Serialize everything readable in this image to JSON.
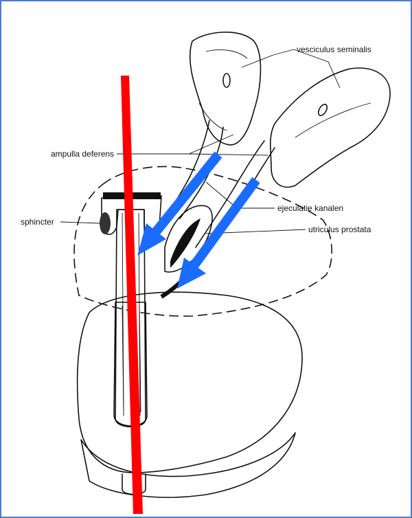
{
  "labels": {
    "vesiculus": "vesciculus seminalis",
    "ampulla": "ampulla deferens",
    "ejeculatie": "ejeculatie kanalen",
    "sphincter": "sphincter",
    "utriculus": "utriculus prostata"
  },
  "colors": {
    "frame": "#4a7cc9",
    "cut_line": "#ff0000",
    "arrows": "#1a6cff"
  }
}
